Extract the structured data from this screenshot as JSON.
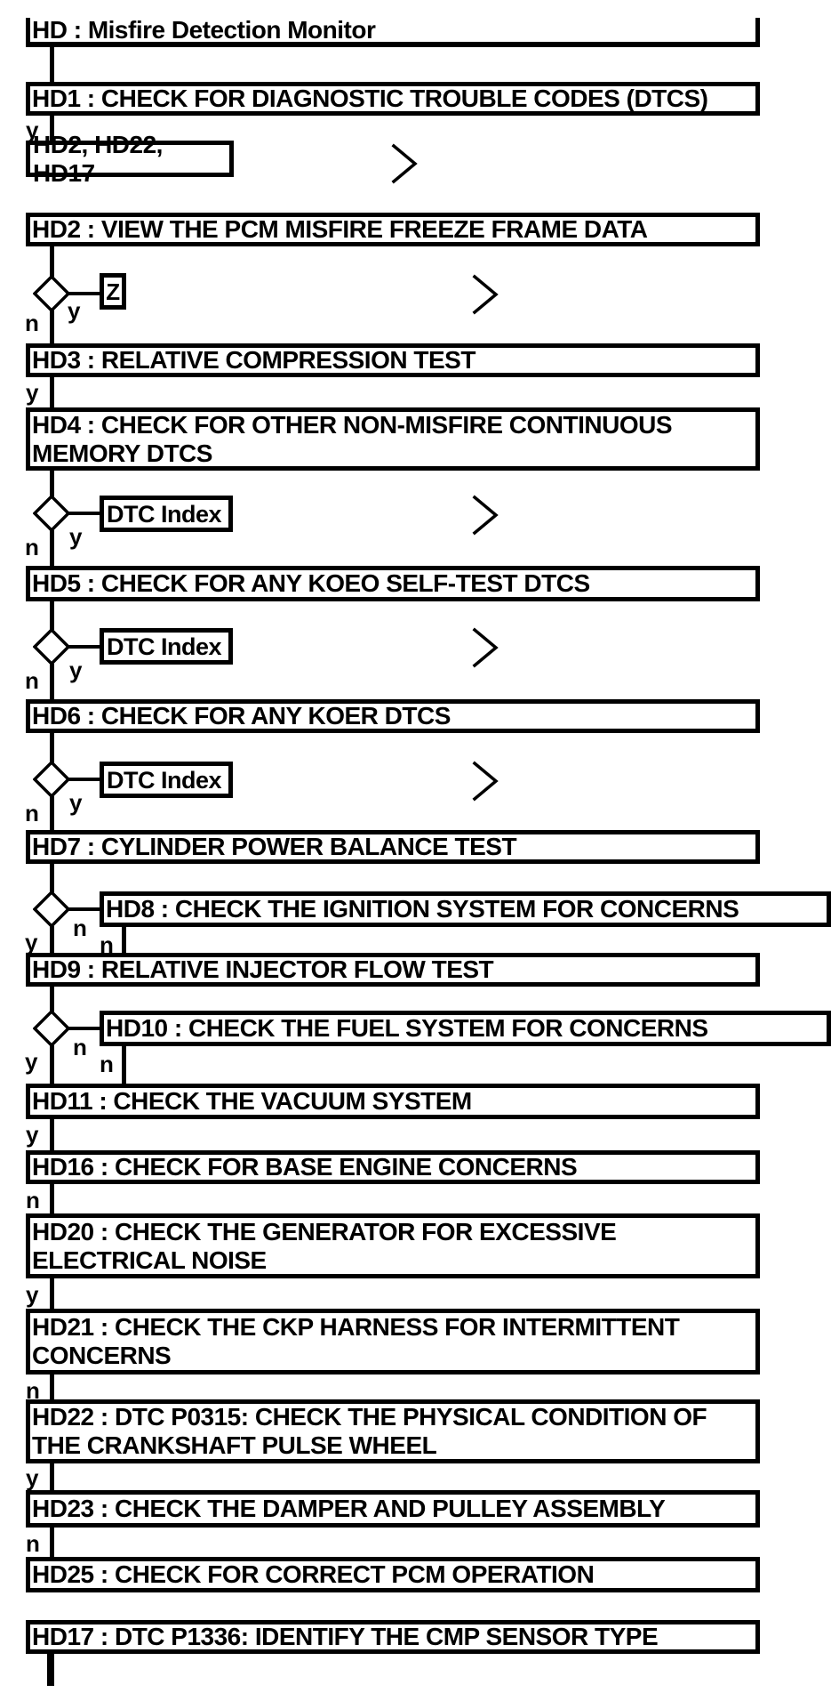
{
  "diagram": {
    "title": "HD : Misfire Detection Monitor",
    "branch_labels": {
      "yes": "y",
      "no": "n"
    },
    "refs": {
      "jump_targets": "HD2, HD22, HD17",
      "z_marker": "Z",
      "dtc_index": "DTC Index"
    },
    "steps": {
      "hd1": "HD1 : CHECK FOR DIAGNOSTIC TROUBLE CODES (DTCS)",
      "hd2": "HD2 : VIEW THE PCM MISFIRE FREEZE FRAME DATA",
      "hd3": "HD3 : RELATIVE COMPRESSION TEST",
      "hd4": "HD4 : CHECK FOR OTHER NON-MISFIRE CONTINUOUS\nMEMORY DTCS",
      "hd5": "HD5 : CHECK FOR ANY KOEO SELF-TEST DTCS",
      "hd6": "HD6 : CHECK FOR ANY KOER DTCS",
      "hd7": "HD7 : CYLINDER POWER BALANCE TEST",
      "hd8": "HD8 : CHECK THE IGNITION SYSTEM FOR CONCERNS",
      "hd9": "HD9 : RELATIVE INJECTOR FLOW TEST",
      "hd10": "HD10 : CHECK THE FUEL SYSTEM FOR CONCERNS",
      "hd11": "HD11 : CHECK THE VACUUM SYSTEM",
      "hd16": "HD16 : CHECK FOR BASE ENGINE CONCERNS",
      "hd20": "HD20 : CHECK THE GENERATOR FOR EXCESSIVE\nELECTRICAL NOISE",
      "hd21": "HD21 : CHECK THE CKP HARNESS FOR INTERMITTENT\nCONCERNS",
      "hd22": "HD22 : DTC P0315: CHECK THE PHYSICAL CONDITION OF\nTHE CRANKSHAFT PULSE WHEEL",
      "hd23": "HD23 : CHECK THE DAMPER AND PULLEY ASSEMBLY",
      "hd25": "HD25 : CHECK FOR CORRECT PCM OPERATION",
      "hd17": "HD17 : DTC P1336: IDENTIFY THE CMP SENSOR TYPE"
    },
    "colors": {
      "ink": "#000000",
      "paper": "#ffffff"
    }
  }
}
